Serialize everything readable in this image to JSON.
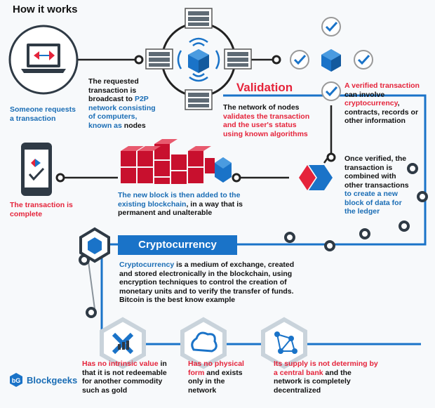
{
  "header": {
    "title": "How it works"
  },
  "steps": {
    "request": {
      "part1": "Someone requests",
      "part2": "a transaction"
    },
    "broadcast": {
      "part1": "The requested transaction is broadcast to ",
      "highlight": "P2P network consisting of computers, known as",
      "part2": " nodes"
    },
    "validation_label": "Validation",
    "validation_text": {
      "part1": "The network of nodes ",
      "highlight": "validates the transaction and the user's status using known algorithms"
    },
    "verified": {
      "highlight1": "A verified transaction",
      "part1": " can involve ",
      "highlight2": "cryptocurrency",
      "part2": ", contracts, records or other information"
    },
    "combined": {
      "part1": "Once verified, the transaction is combined with other transactions ",
      "highlight": "to create a new block of data",
      "part2": " for the ledger"
    },
    "added": {
      "highlight": "The new block is then added to the existing blockchain",
      "part1": ", in a way that is permanent and unalterable"
    },
    "complete": "The transaction is complete"
  },
  "crypto": {
    "label": "Cryptocurrency",
    "definition": {
      "highlight": "Cryptocurrency",
      "part1": " is a medium of exchange,  created and stored electronically in the blockchain, using encryption techniques to control the creation of monetary units and to verify the transfer of funds. Bitcoin is the best know example"
    }
  },
  "features": [
    {
      "highlight": "Has no intrinsic value",
      "text": " in that it is not redeemable for another commodity such as gold"
    },
    {
      "highlight": "Has no physical form",
      "text": " and exists only in the network"
    },
    {
      "highlight": "Its supply is not determing by a central bank",
      "text": " and the network is completely decentralized"
    }
  ],
  "brand": {
    "name": "Blockgeeks",
    "mark": "bG"
  },
  "colors": {
    "blue": "#1a73c8",
    "red": "#e5243b",
    "dark": "#2f3a45",
    "grey": "#9aa3ab"
  },
  "icons": [
    "laptop-icon",
    "server-icon",
    "cube-icon",
    "wifi-icon",
    "checkmark-icon",
    "phone-icon",
    "blockchain-icon",
    "chevron-icon",
    "no-value-icon",
    "cloud-icon",
    "network-icon"
  ]
}
